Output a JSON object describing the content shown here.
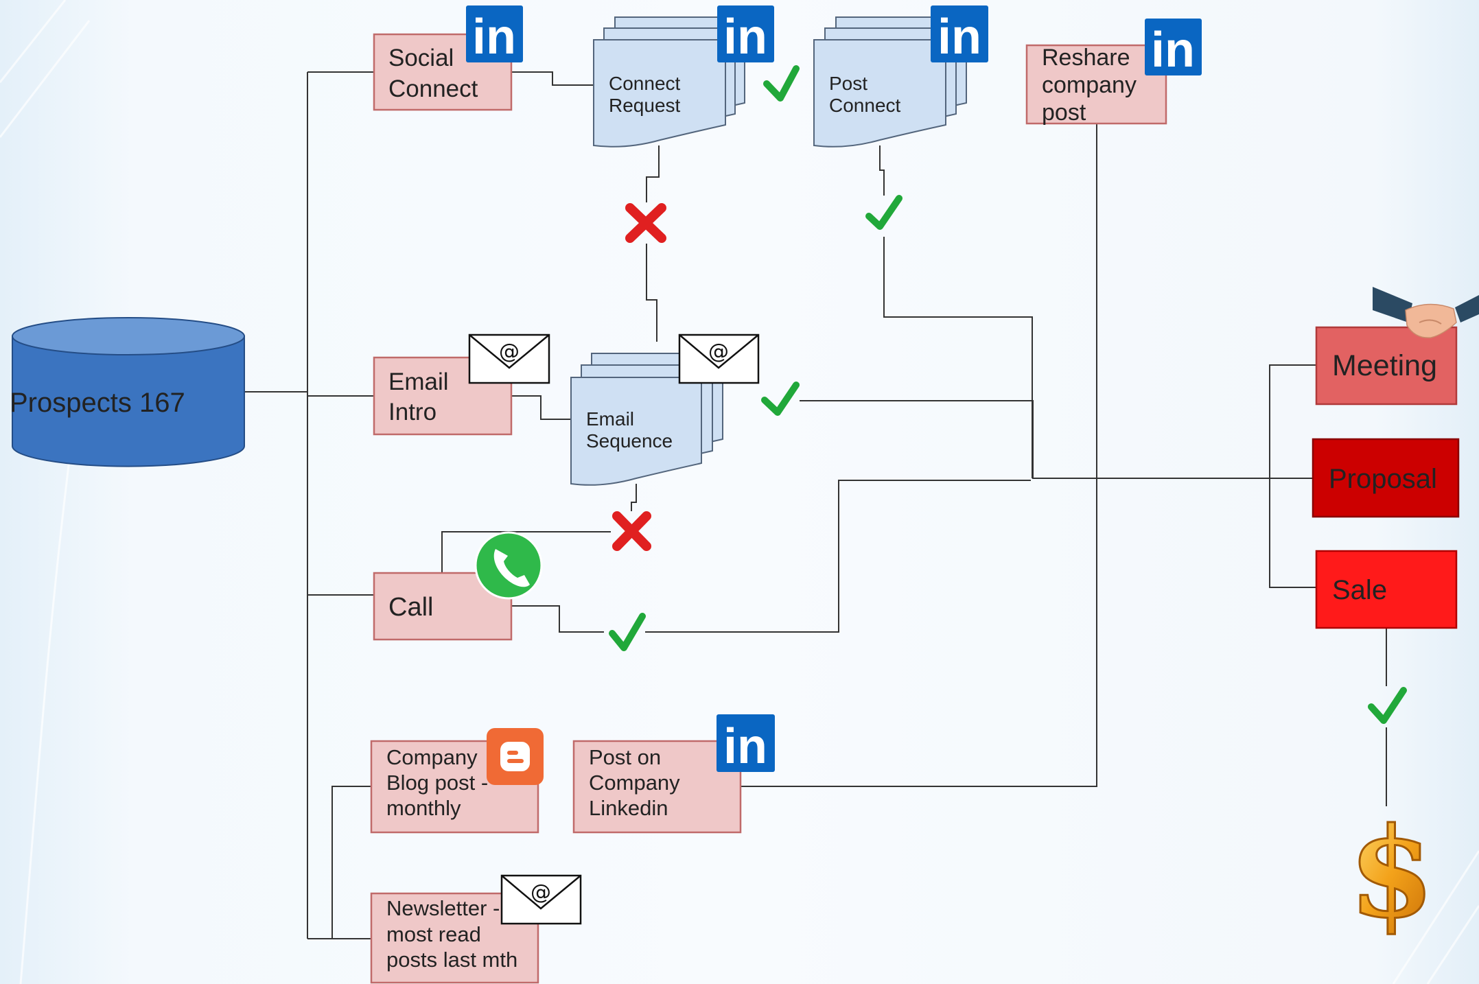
{
  "colors": {
    "linkedin": "#0a66c2",
    "check": "#21a83a",
    "cross": "#e02020",
    "database": "#3b74c0",
    "task_box": "#efc8c8",
    "document": "#cfe0f3",
    "meeting": "#e26262",
    "proposal": "#cc0000",
    "sale": "#ff1a1a"
  },
  "database": {
    "label": "Prospects 167"
  },
  "nodes": {
    "social_connect": [
      "Social",
      "Connect"
    ],
    "connect_request": [
      "Connect",
      "Request"
    ],
    "post_connect": [
      "Post",
      "Connect"
    ],
    "reshare_company_post": [
      "Reshare",
      "company",
      "post"
    ],
    "email_intro": [
      "Email",
      "Intro"
    ],
    "email_sequence": [
      "Email",
      "Sequence"
    ],
    "call": [
      "Call"
    ],
    "company_blog_post": [
      "Company",
      "Blog post -",
      "monthly"
    ],
    "post_on_company_linkedin": [
      "Post on",
      "Company",
      "Linkedin"
    ],
    "newsletter": [
      "Newsletter -",
      "most read",
      "posts last mth"
    ]
  },
  "outcomes": {
    "meeting": "Meeting",
    "proposal": "Proposal",
    "sale": "Sale"
  },
  "icons": {
    "linkedin": "in",
    "email": "@",
    "names": [
      "linkedin-icon",
      "email-icon",
      "phone-icon",
      "blogger-icon",
      "handshake-icon",
      "dollar-icon",
      "check-icon",
      "cross-icon"
    ]
  }
}
